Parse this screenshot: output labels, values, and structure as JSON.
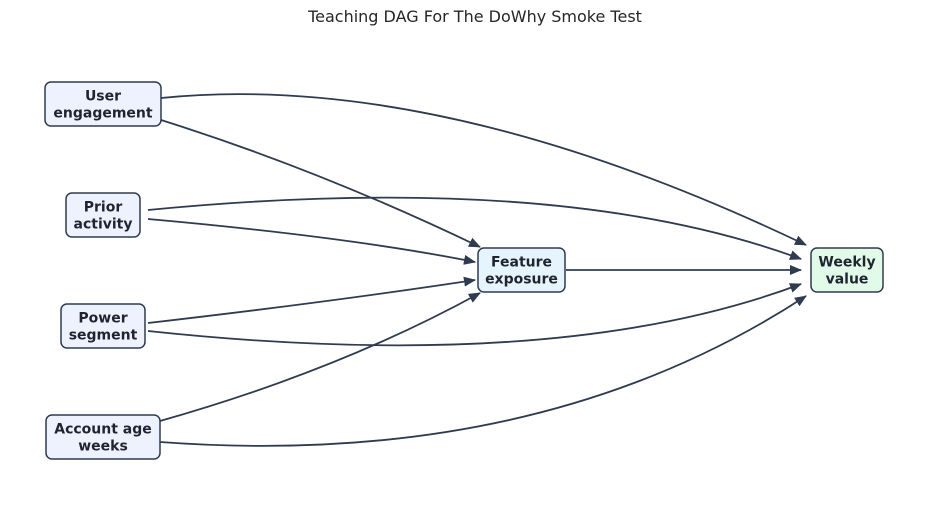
{
  "title": "Teaching DAG For The DoWhy Smoke Test",
  "colors": {
    "edge": "#2f3b4f",
    "node_border": "#2f3b4f",
    "confounder_fill": "#eef2fe",
    "treatment_fill": "#e6f4fd",
    "outcome_fill": "#e2fbe9",
    "label_text": "#1f2430"
  },
  "nodes": [
    {
      "id": "user_engagement",
      "lines": [
        "User",
        "engagement"
      ],
      "role": "confounder"
    },
    {
      "id": "prior_activity",
      "lines": [
        "Prior",
        "activity"
      ],
      "role": "confounder"
    },
    {
      "id": "power_segment",
      "lines": [
        "Power",
        "segment"
      ],
      "role": "confounder"
    },
    {
      "id": "account_age_weeks",
      "lines": [
        "Account age",
        "weeks"
      ],
      "role": "confounder"
    },
    {
      "id": "feature_exposure",
      "lines": [
        "Feature",
        "exposure"
      ],
      "role": "treatment"
    },
    {
      "id": "weekly_value",
      "lines": [
        "Weekly",
        "value"
      ],
      "role": "outcome"
    }
  ],
  "edges": [
    {
      "from": "user_engagement",
      "to": "weekly_value"
    },
    {
      "from": "user_engagement",
      "to": "feature_exposure"
    },
    {
      "from": "prior_activity",
      "to": "weekly_value"
    },
    {
      "from": "prior_activity",
      "to": "feature_exposure"
    },
    {
      "from": "power_segment",
      "to": "feature_exposure"
    },
    {
      "from": "power_segment",
      "to": "weekly_value"
    },
    {
      "from": "account_age_weeks",
      "to": "feature_exposure"
    },
    {
      "from": "account_age_weeks",
      "to": "weekly_value"
    },
    {
      "from": "feature_exposure",
      "to": "weekly_value"
    }
  ]
}
